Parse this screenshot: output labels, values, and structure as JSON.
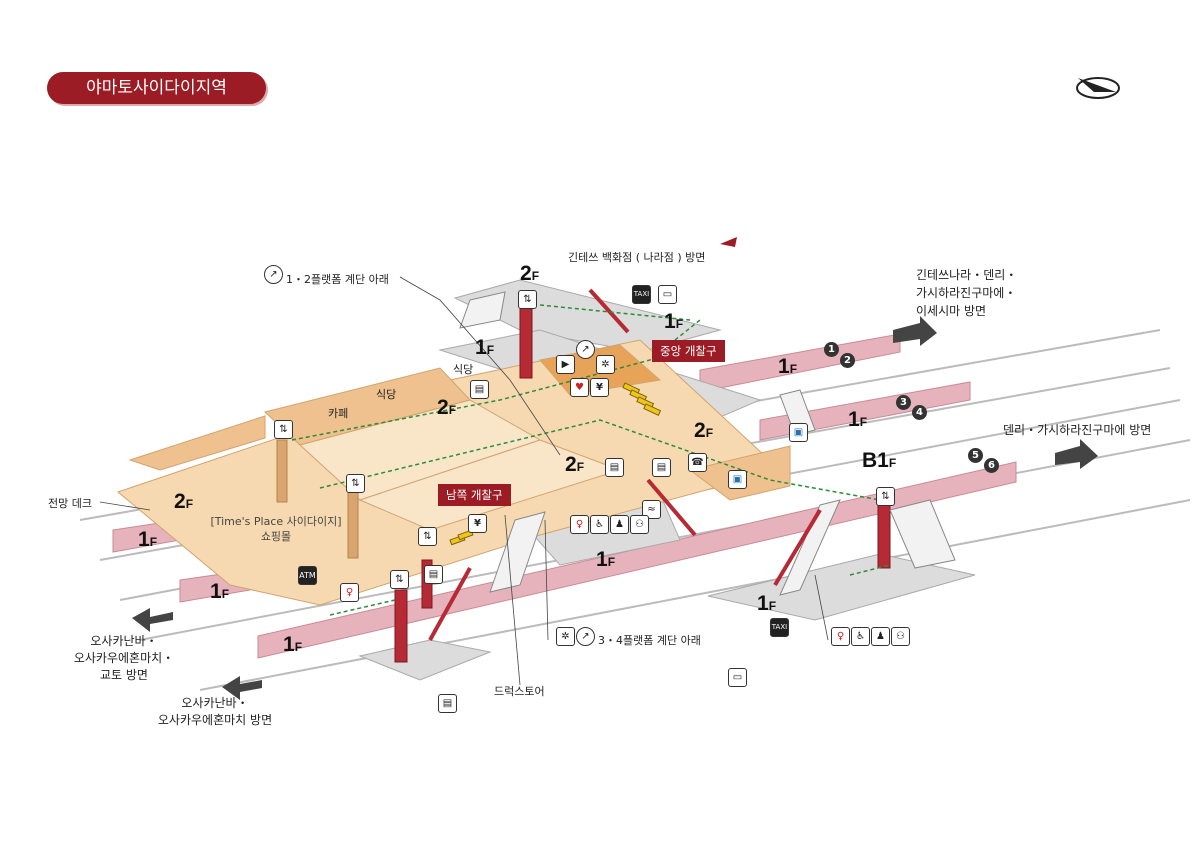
{
  "title": "야마토사이다이지역",
  "compass_icon": "compass-icon",
  "labels": {
    "kintetsu_dept": "긴테쓰 백화점 ( 나라점 ) 방면",
    "platform12_under": "1・2플랫폼 계단 아래",
    "platform34_under": "3・4플랫폼 계단 아래",
    "dir_nara_line1": "긴테쓰나라・덴리・",
    "dir_nara_line2": "가시하라진구마에・",
    "dir_nara_line3": "이세시마 방면",
    "dir_tenri": "덴리・가시하라진구마에 방면",
    "dir_kyoto_line1": "오사카난바・",
    "dir_kyoto_line2": "오사카우에혼마치・",
    "dir_kyoto_line3": "교토 방면",
    "dir_osaka_line1": "오사카난바・",
    "dir_osaka_line2": "오사카우에혼마치 방면",
    "observation_deck": "전망 데크",
    "shopping_mall_line1": "[Time's Place 사이다이지]",
    "shopping_mall_line2": "쇼핑몰",
    "drugstore": "드럭스토어",
    "cafe": "카페",
    "restaurant_1": "식당",
    "restaurant_2": "식당"
  },
  "gates": {
    "central": "중앙 개찰구",
    "south": "남쪽 개찰구"
  },
  "floors": {
    "f2": "2",
    "f1": "1",
    "b1": "B1",
    "suffix": "F"
  },
  "platform_numbers": [
    "1",
    "2",
    "3",
    "4",
    "5",
    "6"
  ],
  "icons": {
    "atm": "ATM",
    "yen": "¥",
    "taxi": "TAXI",
    "elevator": "elevator-icon",
    "bus": "bus-icon",
    "toilet": "toilet-icon",
    "wheelchair": "wheelchair-icon",
    "phone": "phone-icon",
    "locker": "coin-locker-icon",
    "smoking": "smoking-area-icon"
  },
  "colors": {
    "title_bg": "#9b1c24",
    "platform": "#e6b3bc",
    "concourse": "#f6d9b0",
    "concourse_dark": "#efc18e",
    "gray_floor": "#d9d9d9",
    "pillar": "#b52a35",
    "route": "#2e8b3a"
  }
}
